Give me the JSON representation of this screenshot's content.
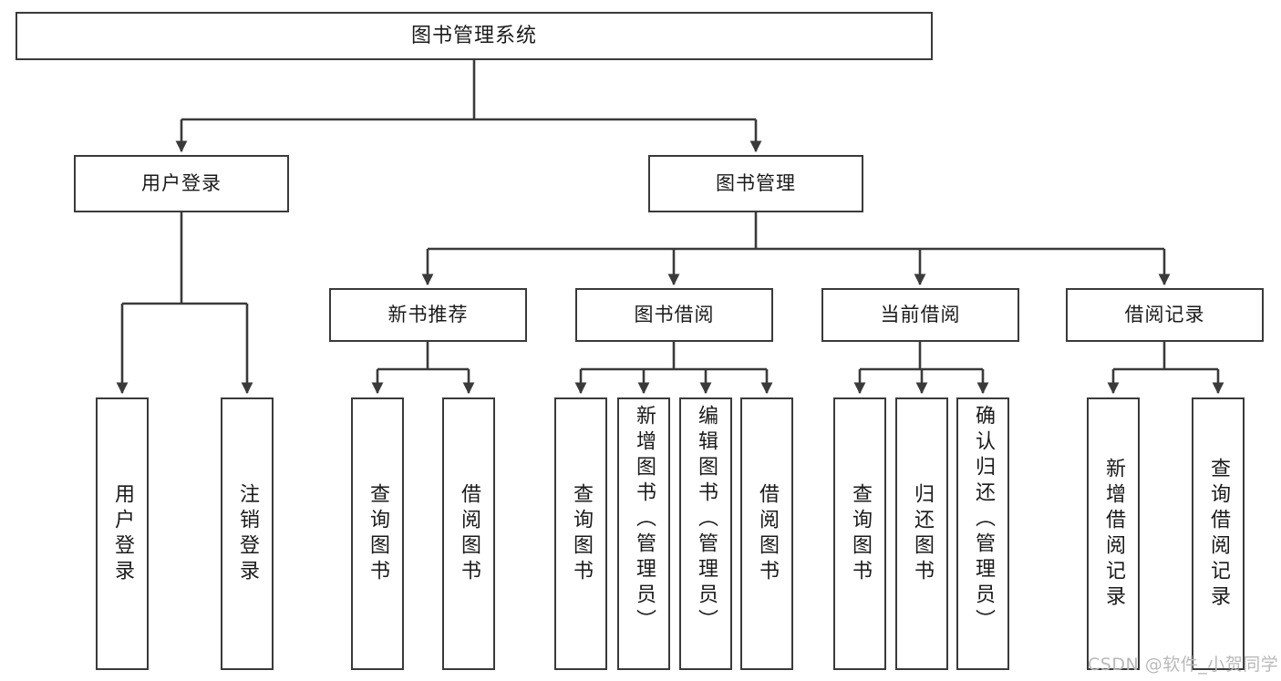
{
  "diagram": {
    "title": "图书管理系统",
    "type": "tree-hierarchy-diagram",
    "watermark": "CSDN @软件_小贺同学",
    "colors": {
      "box_border": "#3a3a3a",
      "box_fill": "#ffffff",
      "edge": "#3a3a3a",
      "text": "#1a1a1a",
      "watermark": "#b9b9b9"
    },
    "root": {
      "label": "图书管理系统"
    },
    "branches": [
      {
        "id": "user-login",
        "label": "用户登录"
      },
      {
        "id": "book-manage",
        "label": "图书管理"
      }
    ],
    "sections": [
      {
        "id": "new-book-recommend",
        "label": "新书推荐"
      },
      {
        "id": "book-borrow",
        "label": "图书借阅"
      },
      {
        "id": "current-borrow",
        "label": "当前借阅"
      },
      {
        "id": "borrow-record",
        "label": "借阅记录"
      }
    ],
    "leaves": {
      "user_login": [
        {
          "id": "leaf-user-login",
          "label": "用户登录"
        },
        {
          "id": "leaf-logout-login",
          "label": "注销登录"
        }
      ],
      "new_book_recommend": [
        {
          "id": "leaf-query-book-1",
          "label": "查询图书"
        },
        {
          "id": "leaf-borrow-book-1",
          "label": "借阅图书"
        }
      ],
      "book_borrow": [
        {
          "id": "leaf-query-book-2",
          "label": "查询图书"
        },
        {
          "id": "leaf-add-book",
          "label": "新增图书（管理员）"
        },
        {
          "id": "leaf-edit-book",
          "label": "编辑图书（管理员）"
        },
        {
          "id": "leaf-borrow-book-2",
          "label": "借阅图书"
        }
      ],
      "current_borrow": [
        {
          "id": "leaf-query-book-3",
          "label": "查询图书"
        },
        {
          "id": "leaf-return-book",
          "label": "归还图书"
        },
        {
          "id": "leaf-confirm-return",
          "label": "确认归还（管理员）"
        }
      ],
      "borrow_record": [
        {
          "id": "leaf-add-record",
          "label": "新增借阅记录"
        },
        {
          "id": "leaf-query-record",
          "label": "查询借阅记录"
        }
      ]
    }
  }
}
